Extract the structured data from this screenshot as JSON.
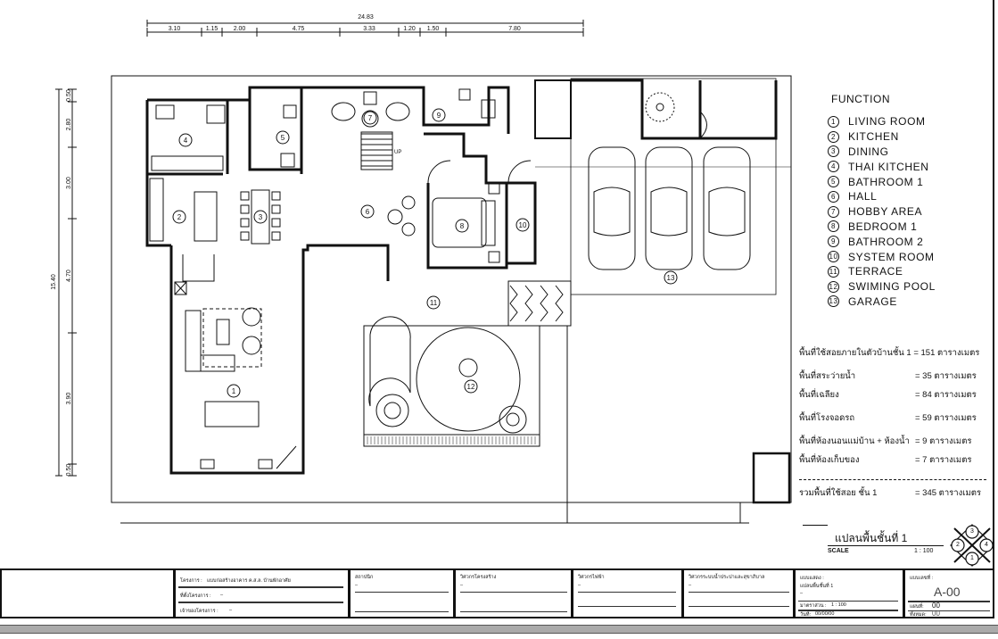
{
  "dimensions": {
    "top_total": "24.83",
    "top_segments": [
      "3.10",
      "1.15",
      "2.00",
      "4.75",
      "3.33",
      "1.20",
      "1.50",
      "7.80"
    ],
    "left_total": "15.40",
    "left_segments": [
      "0.50",
      "2.80",
      "3.00",
      "4.70",
      "3.90",
      "0.50"
    ]
  },
  "function": {
    "title": "FUNCTION",
    "items": [
      {
        "n": "1",
        "label": "LIVING ROOM"
      },
      {
        "n": "2",
        "label": "KITCHEN"
      },
      {
        "n": "3",
        "label": "DINING"
      },
      {
        "n": "4",
        "label": "THAI KITCHEN"
      },
      {
        "n": "5",
        "label": "BATHROOM 1"
      },
      {
        "n": "6",
        "label": "HALL"
      },
      {
        "n": "7",
        "label": "HOBBY AREA"
      },
      {
        "n": "8",
        "label": "BEDROOM 1"
      },
      {
        "n": "9",
        "label": "BATHROOM 2"
      },
      {
        "n": "10",
        "label": "SYSTEM ROOM"
      },
      {
        "n": "11",
        "label": "TERRACE"
      },
      {
        "n": "12",
        "label": "SWIMING POOL"
      },
      {
        "n": "13",
        "label": "GARAGE"
      }
    ]
  },
  "areas": [
    {
      "label": "พื้นที่ใช้สอยภายในตัวบ้านชั้น 1 = 151 ตารางเมตร",
      "value": ""
    },
    {
      "label": "พื้นที่สระว่ายน้ำ",
      "value": "= 35 ตารางเมตร"
    },
    {
      "label": "พื้นที่เฉลียง",
      "value": "= 84 ตารางเมตร"
    },
    {
      "label": "พื้นที่โรงจอดรถ",
      "value": "= 59 ตารางเมตร"
    },
    {
      "label": "พื้นที่ห้องนอนแม่บ้าน + ห้องน้ำ",
      "value": "= 9 ตารางเมตร"
    },
    {
      "label": "พื้นที่ห้องเก็บของ",
      "value": "= 7 ตารางเมตร"
    }
  ],
  "area_total": {
    "label": "รวมพื้นที่ใช้สอย ชั้น 1",
    "value": "= 345 ตารางเมตร"
  },
  "plan_title": {
    "title": "แปลนพื้นชั้นที่ 1",
    "scale_label": "SCALE",
    "scale": "1 : 100"
  },
  "section_marks": [
    "3",
    "2",
    "4",
    "1"
  ],
  "plan_labels": {
    "up": "UP"
  },
  "title_block": {
    "project_label": "โครงการ :",
    "project_value": "แบบก่อสร้างอาคาร ค.ส.ล. บ้านพักอาศัย",
    "location_label": "ที่ตั้งโครงการ :",
    "location_value": "–",
    "owner_label": "เจ้าของโครงการ :",
    "owner_value": "–",
    "architect_label": "สถาปนิก",
    "architect_value": "–",
    "structural_label": "วิศวกรโครงสร้าง",
    "structural_value": "–",
    "electrical_label": "วิศวกรไฟฟ้า",
    "electrical_value": "–",
    "sanitary_label": "วิศวกรระบบน้ำประปาและสุขาภิบาล",
    "sanitary_value": "–",
    "drawing_label": "แบบแสดง :",
    "drawing_value": "แปลนพื้นชั้นที่ 1",
    "drawing_sub": "–",
    "scale_label": "มาตราส่วน :",
    "scale_value": "1 : 100",
    "date_label": "วันที่:",
    "date_value": "00/00/00",
    "sheet_no_label": "แบบเลขที่ :",
    "sheet_no": "A-00",
    "page_label": "แผ่นที่:",
    "page_value": "00",
    "total_label": "ทั้งหมด:",
    "total_value": "00"
  }
}
